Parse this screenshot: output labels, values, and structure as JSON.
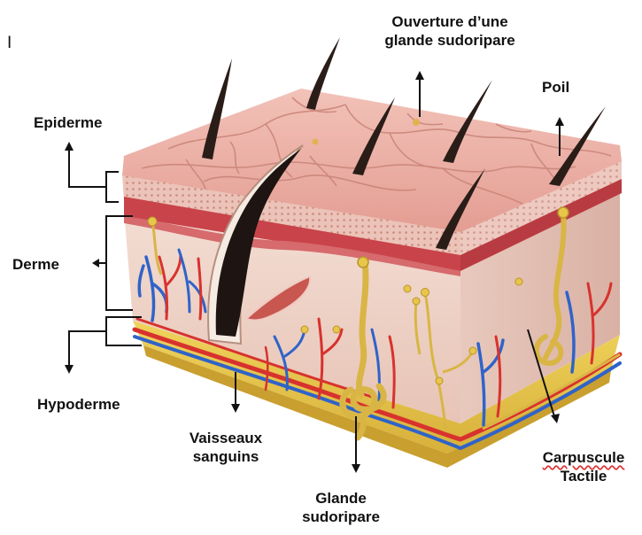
{
  "diagram": {
    "corner_mark": "I",
    "labels": {
      "opening_line1": "Ouverture d’une",
      "opening_line2": "glande sudoripare",
      "poil": "Poil",
      "epiderme": "Epiderme",
      "derme": "Derme",
      "hypoderme": "Hypoderme",
      "vaisseaux_line1": "Vaisseaux",
      "vaisseaux_line2": "sanguins",
      "glande_line1": "Glande",
      "glande_line2": "sudoripare",
      "carpuscule_line1": "Carpuscule",
      "carpuscule_line2": "Tactile"
    },
    "colors": {
      "skin_top": "#eab0a6",
      "skin_cell_lines": "#c98377",
      "epidermis_band": "#e7b9ae",
      "red_band": "#c8444a",
      "dermis": "#efd6cb",
      "hypodermis": "#e8c64a",
      "artery": "#d8322e",
      "vein": "#2f63c9",
      "gland": "#d9b545",
      "hair": "#2a1d18"
    },
    "icons": [
      "hair-shaft-icon",
      "sweat-gland-coil-icon",
      "blood-vessel-icon",
      "tactile-corpuscle-icon"
    ]
  }
}
